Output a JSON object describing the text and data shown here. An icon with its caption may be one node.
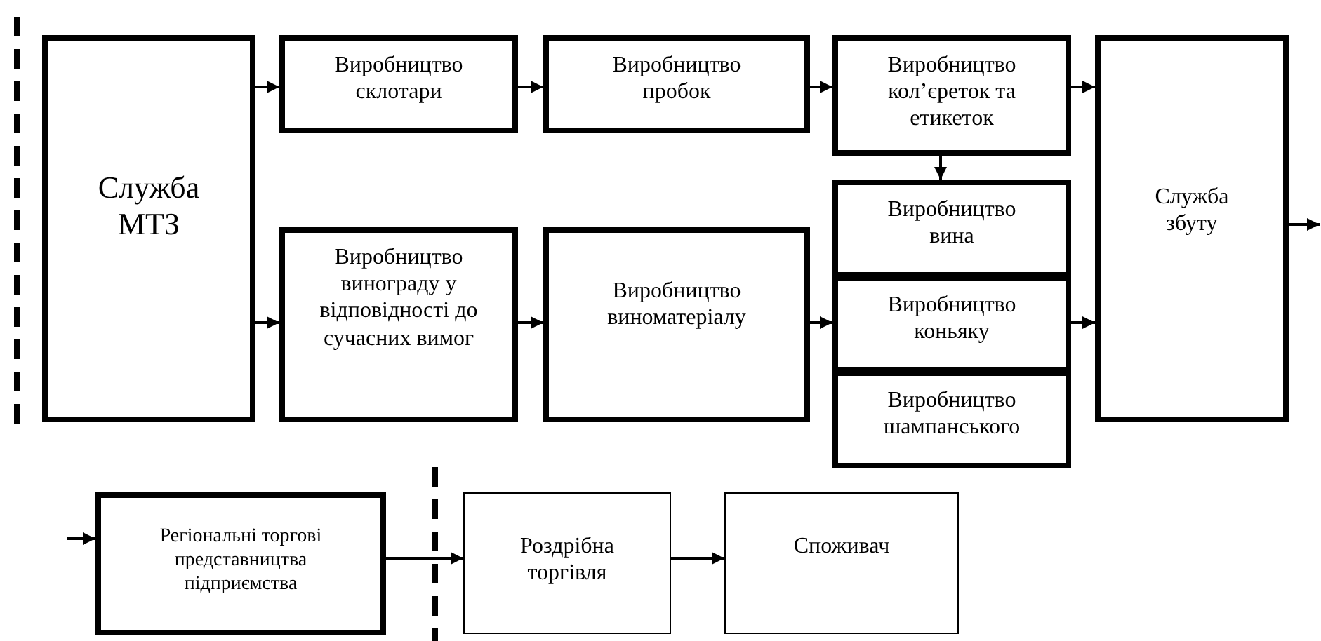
{
  "diagram": {
    "nodes": [
      {
        "text": [
          "Служба МТЗ"
        ]
      },
      {
        "text": [
          "Виробництво склотари"
        ]
      },
      {
        "text": [
          "Виробництво пробок"
        ]
      },
      {
        "text": [
          "Виробництво кол’єреток та етикеток"
        ]
      },
      {
        "text": [
          "Служба збуту"
        ]
      },
      {
        "text": [
          "Виробництво винограду у відповідності до сучасних вимог"
        ]
      },
      {
        "text": [
          "Виробництво виноматеріалу"
        ]
      },
      {
        "text": [
          "Виробництво вина"
        ]
      },
      {
        "text": [
          "Виробництво коньяку"
        ]
      },
      {
        "text": [
          "Виробництво шампанського"
        ]
      },
      {
        "text": [
          "Регіональні торгові представництва підприємства"
        ]
      },
      {
        "text": [
          "Роздрібна торгівля"
        ]
      },
      {
        "text": [
          "Споживач"
        ]
      }
    ],
    "edges": [
      {
        "from": 0,
        "to": 1,
        "arrow": "to"
      },
      {
        "from": 1,
        "to": 2,
        "arrow": "to"
      },
      {
        "from": 2,
        "to": 3,
        "arrow": "to"
      },
      {
        "from": 3,
        "to": 4,
        "arrow": "to"
      },
      {
        "from": 3,
        "to": 7,
        "arrow": "to"
      },
      {
        "from": 0,
        "to": 5,
        "arrow": "to"
      },
      {
        "from": 5,
        "to": 6,
        "arrow": "to"
      },
      {
        "from": 6,
        "to": 8,
        "arrow": "to"
      },
      {
        "from": 8,
        "to": 4,
        "arrow": "to"
      },
      {
        "from": 4,
        "to": null,
        "arrow": "to"
      },
      {
        "from": null,
        "to": 10,
        "arrow": "to"
      },
      {
        "from": 10,
        "to": 11,
        "arrow": "to"
      },
      {
        "from": 11,
        "to": 12,
        "arrow": "to"
      }
    ]
  }
}
